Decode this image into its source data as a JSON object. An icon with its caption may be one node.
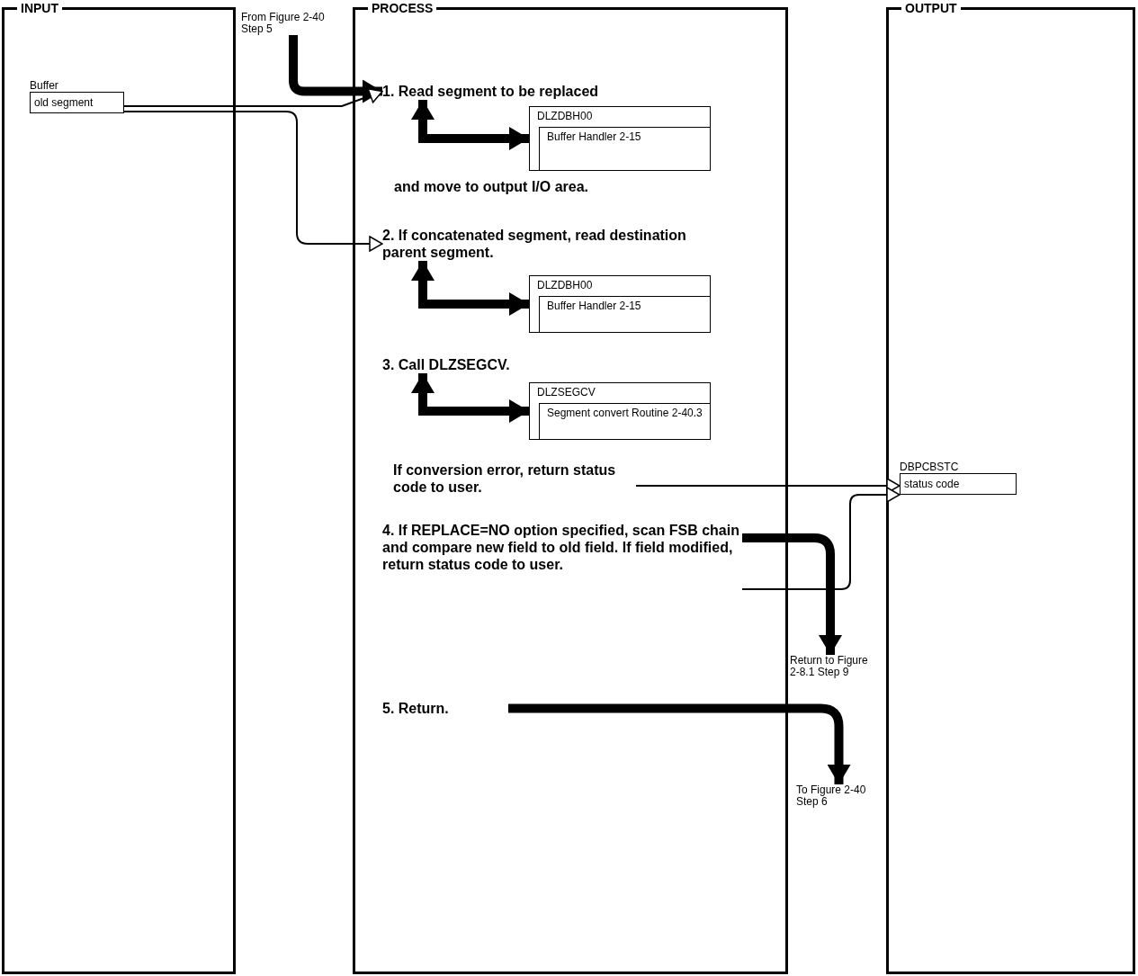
{
  "diagram": {
    "nodes": [
      {
        "text": [
          "INPUT"
        ]
      },
      {
        "text": [
          "Buffer",
          "old segment"
        ],
        "in": 0
      },
      {
        "text": [
          "PROCESS"
        ]
      },
      {
        "text": [
          "1. Read segment to be replaced"
        ],
        "in": 2
      },
      {
        "text": [
          "DLZDBH00",
          "Buffer Handler 2-15"
        ],
        "in": 2
      },
      {
        "text": [
          "and move to output I/O area."
        ],
        "in": 2
      },
      {
        "text": [
          "2. If concatenated segment, read destination parent segment."
        ],
        "in": 2
      },
      {
        "text": [
          "DLZDBH00",
          "Buffer Handler 2-15"
        ],
        "in": 2
      },
      {
        "text": [
          "3. Call DLZSEGCV."
        ],
        "in": 2
      },
      {
        "text": [
          "DLZSEGCV",
          "Segment convert Routine 2-40.3"
        ],
        "in": 2
      },
      {
        "text": [
          "If conversion error, return status code to user."
        ],
        "in": 2
      },
      {
        "text": [
          "4. If REPLACE=NO option specified, scan FSB chain and compare new field to old field. If field modified, return status code to user."
        ],
        "in": 2
      },
      {
        "text": [
          "5. Return."
        ],
        "in": 2
      },
      {
        "text": [
          "OUTPUT"
        ]
      },
      {
        "text": [
          "DBPCBSTC",
          "status code"
        ],
        "in": 13
      },
      {
        "text": [
          "From Figure 2-40 Step 5"
        ]
      },
      {
        "text": [
          "Return to Figure 2-8.1 Step 9"
        ]
      },
      {
        "text": [
          "To Figure 2-40 Step 6"
        ]
      }
    ],
    "edges": [
      {
        "from": 15,
        "to": 3,
        "arrow": "to"
      },
      {
        "from": 1,
        "to": 3,
        "arrow": "to"
      },
      {
        "from": 1,
        "to": 6,
        "arrow": "to"
      },
      {
        "from": 3,
        "to": 4,
        "arrow": "both"
      },
      {
        "from": 6,
        "to": 7,
        "arrow": "both"
      },
      {
        "from": 8,
        "to": 9,
        "arrow": "both"
      },
      {
        "from": 10,
        "to": 14,
        "arrow": "to"
      },
      {
        "from": 11,
        "to": 14,
        "arrow": "to"
      },
      {
        "from": 11,
        "to": 16,
        "arrow": "to"
      },
      {
        "from": 12,
        "to": 17,
        "arrow": "to"
      }
    ]
  }
}
